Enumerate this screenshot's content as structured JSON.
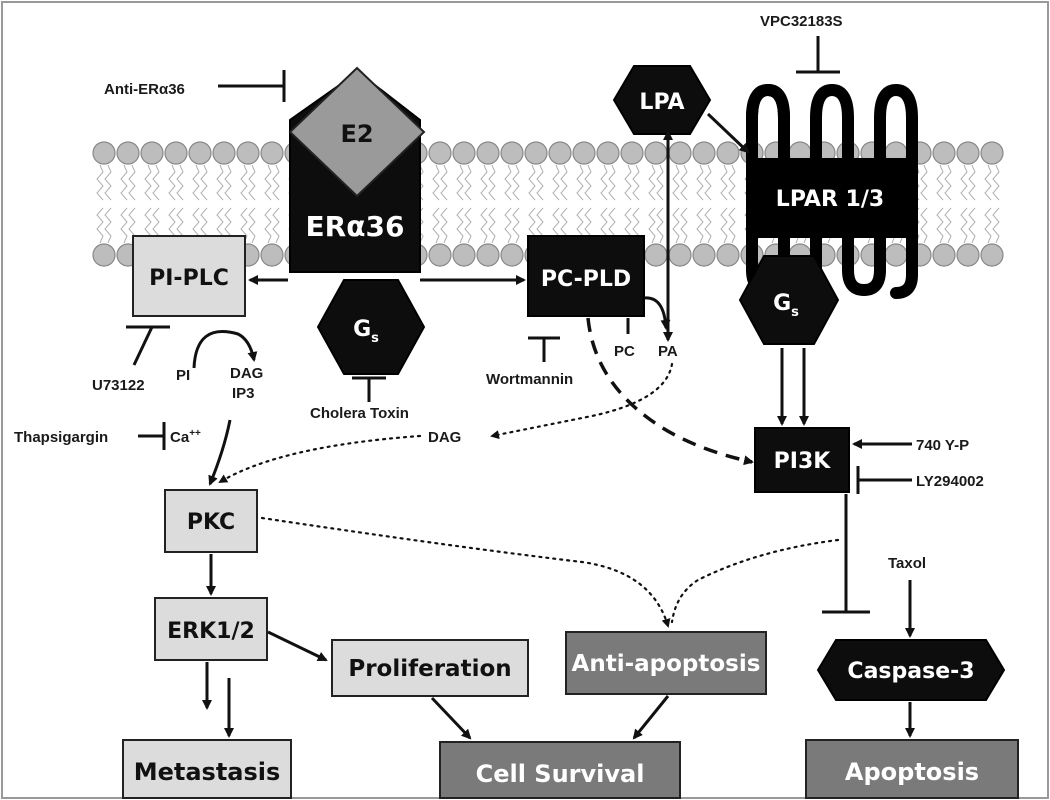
{
  "nodes": {
    "e2": "E2",
    "er36": "ERα36",
    "lpa": "LPA",
    "lpar": "LPAR 1/3",
    "pi_plc": "PI-PLC",
    "pc_pld": "PC-PLD",
    "gs_left": "G",
    "gs_right": "G",
    "gs_sub": "s",
    "pi3k": "PI3K",
    "pkc": "PKC",
    "erk": "ERK1/2",
    "proliferation": "Proliferation",
    "anti_apoptosis": "Anti-apoptosis",
    "caspase3": "Caspase-3",
    "metastasis": "Metastasis",
    "cell_survival": "Cell Survival",
    "apoptosis": "Apoptosis"
  },
  "labels": {
    "anti_er36": "Anti-ERα36",
    "vpc": "VPC32183S",
    "u73122": "U73122",
    "pi": "PI",
    "dag_ip3_line1": "DAG",
    "dag_ip3_line2": "IP3",
    "thapsigargin": "Thapsigargin",
    "ca": "Ca",
    "ca_sup": "++",
    "cholera": "Cholera Toxin",
    "wortmannin": "Wortmannin",
    "pc": "PC",
    "pa": "PA",
    "dag_mid": "DAG",
    "y740": "740 Y-P",
    "ly": "LY294002",
    "taxol": "Taxol"
  },
  "colors": {
    "black_node": "#0d0d0d",
    "grey_node": "#dcdcdc",
    "dark_grey_node": "#7a7a7a",
    "membrane_bead": "#bdbdbd"
  }
}
